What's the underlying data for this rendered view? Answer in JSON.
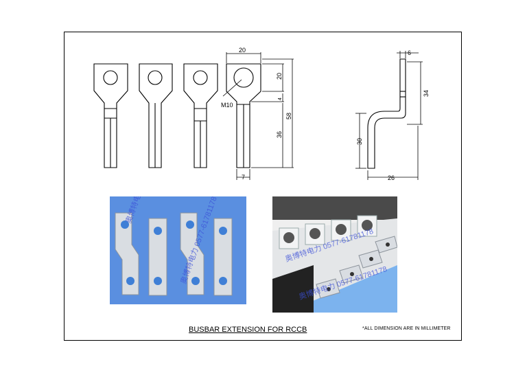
{
  "drawing": {
    "title": "BUSBAR EXTENSION FOR RCCB",
    "units_note": "*ALL DIMENSION ARE IN MILLIMETER",
    "front_view_dimensions": {
      "top_width": "20",
      "head_height": "20",
      "neck_height": "4",
      "total_height": "58",
      "stem_height": "36",
      "stem_width": "7",
      "hole_label": "M10"
    },
    "side_view_dimensions": {
      "thickness": "6",
      "upper_height": "34",
      "lower_height": "30",
      "offset_width": "26"
    }
  },
  "photos": {
    "watermark_text": "奥博特电力 0577-61781178"
  },
  "colors": {
    "line": "#000000",
    "photo_left_bg": "#5a8fe0",
    "photo_right_bg": "#7cb3ee",
    "metal": "#d9dde2",
    "breaker_body": "#e8e8e8",
    "watermark": "#3b4fd8"
  }
}
